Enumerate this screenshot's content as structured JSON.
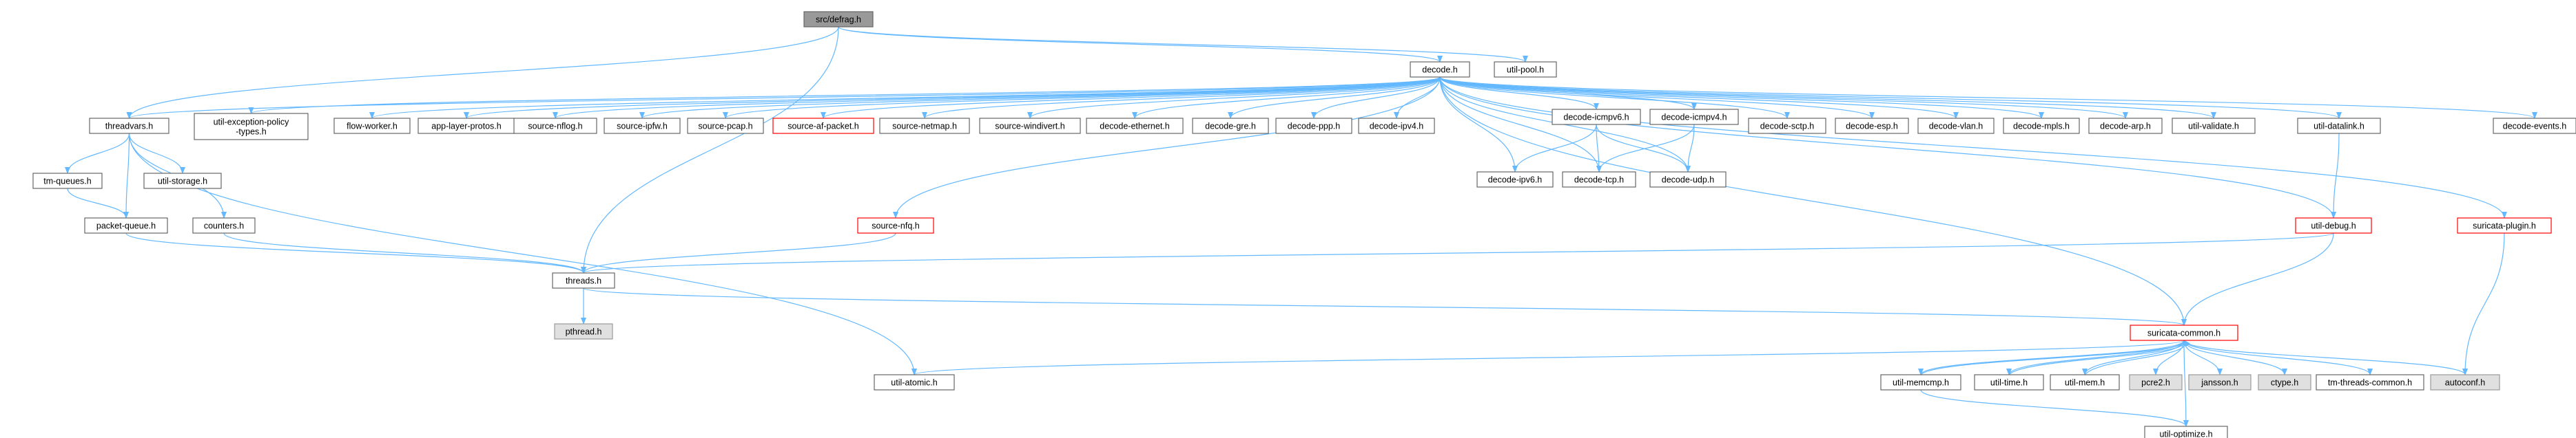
{
  "graph": {
    "nodes": [
      {
        "id": "defrag",
        "label": "src/defrag.h",
        "style": "root"
      },
      {
        "id": "decode",
        "label": "decode.h",
        "style": "normal"
      },
      {
        "id": "utilpool",
        "label": "util-pool.h",
        "style": "normal"
      },
      {
        "id": "threadvars",
        "label": "threadvars.h",
        "style": "normal"
      },
      {
        "id": "excpolicy",
        "label": "util-exception-policy\n-types.h",
        "style": "normal"
      },
      {
        "id": "flowworker",
        "label": "flow-worker.h",
        "style": "normal"
      },
      {
        "id": "applayer",
        "label": "app-layer-protos.h",
        "style": "normal"
      },
      {
        "id": "srcnflog",
        "label": "source-nflog.h",
        "style": "normal"
      },
      {
        "id": "srcipfw",
        "label": "source-ipfw.h",
        "style": "normal"
      },
      {
        "id": "srcpcap",
        "label": "source-pcap.h",
        "style": "normal"
      },
      {
        "id": "srcafpacket",
        "label": "source-af-packet.h",
        "style": "red"
      },
      {
        "id": "srcnetmap",
        "label": "source-netmap.h",
        "style": "normal"
      },
      {
        "id": "srcwindivert",
        "label": "source-windivert.h",
        "style": "normal"
      },
      {
        "id": "decethernet",
        "label": "decode-ethernet.h",
        "style": "normal"
      },
      {
        "id": "decgre",
        "label": "decode-gre.h",
        "style": "normal"
      },
      {
        "id": "decppp",
        "label": "decode-ppp.h",
        "style": "normal"
      },
      {
        "id": "decipv4",
        "label": "decode-ipv4.h",
        "style": "normal"
      },
      {
        "id": "decicmpv6",
        "label": "decode-icmpv6.h",
        "style": "normal"
      },
      {
        "id": "decicmpv4",
        "label": "decode-icmpv4.h",
        "style": "normal"
      },
      {
        "id": "decsctp",
        "label": "decode-sctp.h",
        "style": "normal"
      },
      {
        "id": "decesp",
        "label": "decode-esp.h",
        "style": "normal"
      },
      {
        "id": "decvlan",
        "label": "decode-vlan.h",
        "style": "normal"
      },
      {
        "id": "decmpls",
        "label": "decode-mpls.h",
        "style": "normal"
      },
      {
        "id": "decarp",
        "label": "decode-arp.h",
        "style": "normal"
      },
      {
        "id": "utilvalidate",
        "label": "util-validate.h",
        "style": "normal"
      },
      {
        "id": "utildatalink",
        "label": "util-datalink.h",
        "style": "normal"
      },
      {
        "id": "decevents",
        "label": "decode-events.h",
        "style": "normal"
      },
      {
        "id": "tmqueues",
        "label": "tm-queues.h",
        "style": "normal"
      },
      {
        "id": "utilstorage",
        "label": "util-storage.h",
        "style": "normal"
      },
      {
        "id": "packetqueue",
        "label": "packet-queue.h",
        "style": "normal"
      },
      {
        "id": "counters",
        "label": "counters.h",
        "style": "normal"
      },
      {
        "id": "decipv6",
        "label": "decode-ipv6.h",
        "style": "normal"
      },
      {
        "id": "dectcp",
        "label": "decode-tcp.h",
        "style": "normal"
      },
      {
        "id": "decudp",
        "label": "decode-udp.h",
        "style": "normal"
      },
      {
        "id": "srcnfq",
        "label": "source-nfq.h",
        "style": "red"
      },
      {
        "id": "utildebug",
        "label": "util-debug.h",
        "style": "red"
      },
      {
        "id": "suriplugin",
        "label": "suricata-plugin.h",
        "style": "red"
      },
      {
        "id": "threads",
        "label": "threads.h",
        "style": "normal"
      },
      {
        "id": "pthread",
        "label": "pthread.h",
        "style": "gray"
      },
      {
        "id": "suricommon",
        "label": "suricata-common.h",
        "style": "red"
      },
      {
        "id": "utilatomic",
        "label": "util-atomic.h",
        "style": "normal"
      },
      {
        "id": "utilmemcmp",
        "label": "util-memcmp.h",
        "style": "normal"
      },
      {
        "id": "utiltime",
        "label": "util-time.h",
        "style": "normal"
      },
      {
        "id": "utilmem",
        "label": "util-mem.h",
        "style": "normal"
      },
      {
        "id": "pcre2",
        "label": "pcre2.h",
        "style": "gray"
      },
      {
        "id": "jansson",
        "label": "jansson.h",
        "style": "gray"
      },
      {
        "id": "ctype",
        "label": "ctype.h",
        "style": "gray"
      },
      {
        "id": "tmthreadscommon",
        "label": "tm-threads-common.h",
        "style": "normal"
      },
      {
        "id": "autoconf",
        "label": "autoconf.h",
        "style": "gray"
      },
      {
        "id": "utiloptimize",
        "label": "util-optimize.h",
        "style": "normal"
      }
    ],
    "edges": [
      [
        "defrag",
        "decode"
      ],
      [
        "defrag",
        "utilpool"
      ],
      [
        "defrag",
        "threadvars"
      ],
      [
        "defrag",
        "threads"
      ],
      [
        "decode",
        "threadvars"
      ],
      [
        "decode",
        "excpolicy"
      ],
      [
        "decode",
        "flowworker"
      ],
      [
        "decode",
        "applayer"
      ],
      [
        "decode",
        "srcnflog"
      ],
      [
        "decode",
        "srcipfw"
      ],
      [
        "decode",
        "srcpcap"
      ],
      [
        "decode",
        "srcafpacket"
      ],
      [
        "decode",
        "srcnetmap"
      ],
      [
        "decode",
        "srcwindivert"
      ],
      [
        "decode",
        "decethernet"
      ],
      [
        "decode",
        "decgre"
      ],
      [
        "decode",
        "decppp"
      ],
      [
        "decode",
        "decipv4"
      ],
      [
        "decode",
        "decicmpv6"
      ],
      [
        "decode",
        "decicmpv4"
      ],
      [
        "decode",
        "decsctp"
      ],
      [
        "decode",
        "decesp"
      ],
      [
        "decode",
        "decvlan"
      ],
      [
        "decode",
        "decmpls"
      ],
      [
        "decode",
        "decarp"
      ],
      [
        "decode",
        "utilvalidate"
      ],
      [
        "decode",
        "utildatalink"
      ],
      [
        "decode",
        "decevents"
      ],
      [
        "decode",
        "decipv6"
      ],
      [
        "decode",
        "dectcp"
      ],
      [
        "decode",
        "decudp"
      ],
      [
        "decode",
        "srcnfq"
      ],
      [
        "decode",
        "utildebug"
      ],
      [
        "decode",
        "suriplugin"
      ],
      [
        "decode",
        "suricommon"
      ],
      [
        "threadvars",
        "tmqueues"
      ],
      [
        "threadvars",
        "utilstorage"
      ],
      [
        "threadvars",
        "packetqueue"
      ],
      [
        "threadvars",
        "counters"
      ],
      [
        "threadvars",
        "utilatomic"
      ],
      [
        "tmqueues",
        "packetqueue"
      ],
      [
        "packetqueue",
        "threads"
      ],
      [
        "counters",
        "threads"
      ],
      [
        "decicmpv6",
        "decipv6"
      ],
      [
        "decicmpv6",
        "dectcp"
      ],
      [
        "decicmpv6",
        "decudp"
      ],
      [
        "decicmpv4",
        "dectcp"
      ],
      [
        "decicmpv4",
        "decudp"
      ],
      [
        "utildatalink",
        "utildebug"
      ],
      [
        "srcnfq",
        "threads"
      ],
      [
        "utildebug",
        "threads"
      ],
      [
        "utildebug",
        "suricommon"
      ],
      [
        "suriplugin",
        "autoconf"
      ],
      [
        "threads",
        "pthread"
      ],
      [
        "threads",
        "suricommon"
      ],
      [
        "suricommon",
        "utilatomic"
      ],
      [
        "suricommon",
        "utilmemcmp"
      ],
      [
        "suricommon",
        "utiltime"
      ],
      [
        "suricommon",
        "utilmem"
      ],
      [
        "suricommon",
        "pcre2"
      ],
      [
        "suricommon",
        "jansson"
      ],
      [
        "suricommon",
        "ctype"
      ],
      [
        "suricommon",
        "tmthreadscommon"
      ],
      [
        "suricommon",
        "autoconf"
      ],
      [
        "suricommon",
        "utiloptimize"
      ],
      [
        "utilmemcmp",
        "suricommon"
      ],
      [
        "utilmemcmp",
        "utiloptimize"
      ],
      [
        "utiltime",
        "suricommon"
      ],
      [
        "utilmem",
        "suricommon"
      ]
    ],
    "colors": {
      "edge": "#63b8ff",
      "node_border": "#666666",
      "red_border": "#ff0000",
      "root_fill": "#999999",
      "gray_fill": "#e0e0e0",
      "node_fill": "#ffffff"
    }
  }
}
